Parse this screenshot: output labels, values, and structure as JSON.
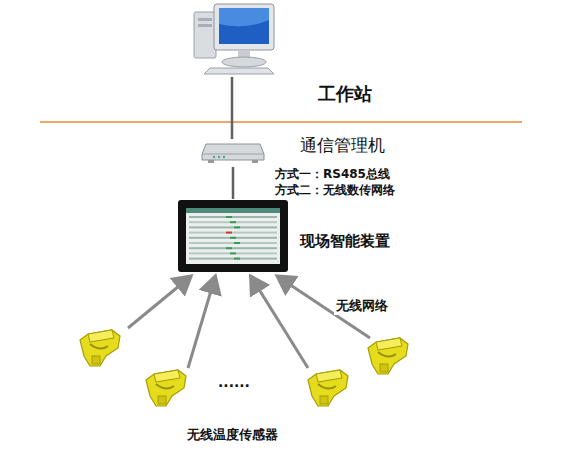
{
  "diagram": {
    "nodes": [
      {
        "text": [
          "工作站"
        ]
      },
      {
        "text": [
          "通信管理机"
        ]
      },
      {
        "text": [
          "现场智能装置"
        ]
      },
      {
        "text": [
          "无线温度传感器"
        ]
      }
    ],
    "edges": [
      {
        "from": 0,
        "to": 1,
        "arrow": "none"
      },
      {
        "from": 1,
        "to": 2,
        "arrow": "none"
      },
      {
        "from": 3,
        "to": 2,
        "arrow": "to",
        "label": "无线网络"
      }
    ],
    "labels": [
      "方式一：RS485总线",
      "方式二：无线数传网络",
      "......"
    ]
  }
}
